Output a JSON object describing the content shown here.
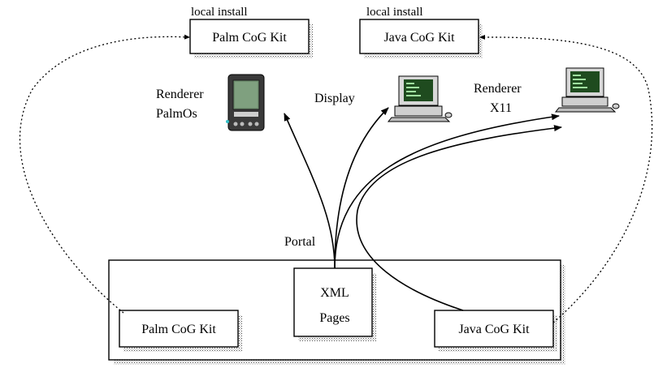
{
  "top_boxes": {
    "palm_caption": "local install",
    "palm_label": "Palm CoG Kit",
    "java_caption": "local install",
    "java_label": "Java CoG Kit"
  },
  "labels": {
    "renderer_palmos_line1": "Renderer",
    "renderer_palmos_line2": "PalmOs",
    "display": "Display",
    "renderer_x11_line1": "Renderer",
    "renderer_x11_line2": "X11",
    "portal": "Portal"
  },
  "portal": {
    "xml_line1": "XML",
    "xml_line2": "Pages",
    "palm_kit": "Palm CoG Kit",
    "java_kit": "Java CoG Kit"
  },
  "icons": [
    "palm-device-icon",
    "computer-icon",
    "computer-icon"
  ]
}
